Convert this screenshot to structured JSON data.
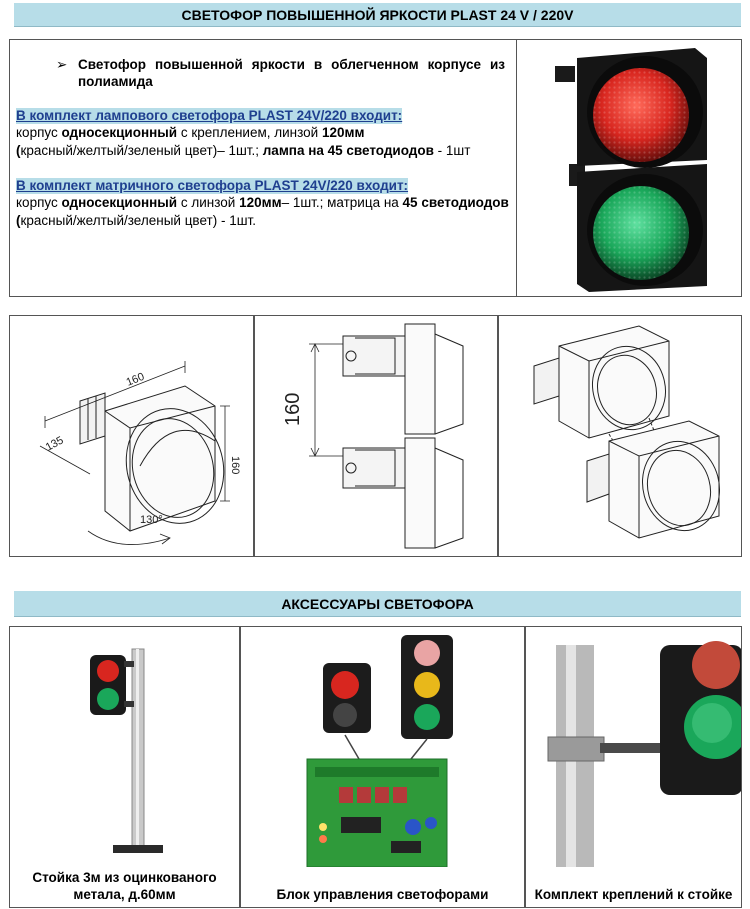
{
  "header_main": "СВЕТОФОР ПОВЫШЕННОЙ ЯРКОСТИ PLAST 24 V / 220V",
  "intro": {
    "bullet_mark": "➢",
    "bullet_text": "Светофор повышенной яркости в облегченном корпусе из полиамида"
  },
  "lamp_kit": {
    "title": "В комплект лампового светофора PLAST 24V/220 входит:",
    "t1": "корпус ",
    "t2": "односекционный",
    "t3": " с креплением, линзой ",
    "t4": "120мм",
    "t5": "(",
    "t6": "красный/желтый/зеленый цвет)– 1шт.; ",
    "t7": "лампа на 45 светодиодов",
    "t8": " - 1шт"
  },
  "matrix_kit": {
    "title": "В комплект матричного светофора PLAST 24V/220 входит:",
    "t1": "корпус ",
    "t2": "односекционный",
    "t3": " с линзой ",
    "t4": "120мм",
    "t5": "– 1шт.; матрица на ",
    "t6": "45 светодиодов (",
    "t7": "красный/желтый/зеленый цвет) - 1шт."
  },
  "drawing1": {
    "dim_width": "160",
    "dim_depth": "135",
    "dim_height": "160",
    "rotation": "130°"
  },
  "drawing2": {
    "dim_pitch": "160"
  },
  "header_accessories": "АКСЕССУАРЫ СВЕТОФОРА",
  "accessories": [
    {
      "caption": "Стойка 3м из оцинкованого метала, д.60мм"
    },
    {
      "caption": "Блок управления светофорами"
    },
    {
      "caption": "Комплект креплений к стойке"
    }
  ],
  "colors": {
    "header_band": "#b7dde8",
    "kit_title_text": "#1f3f8f",
    "signal_red": "#d8261f",
    "signal_green": "#1aa75a",
    "signal_yellow": "#e8b81a",
    "board_green": "#2f9a3a"
  }
}
